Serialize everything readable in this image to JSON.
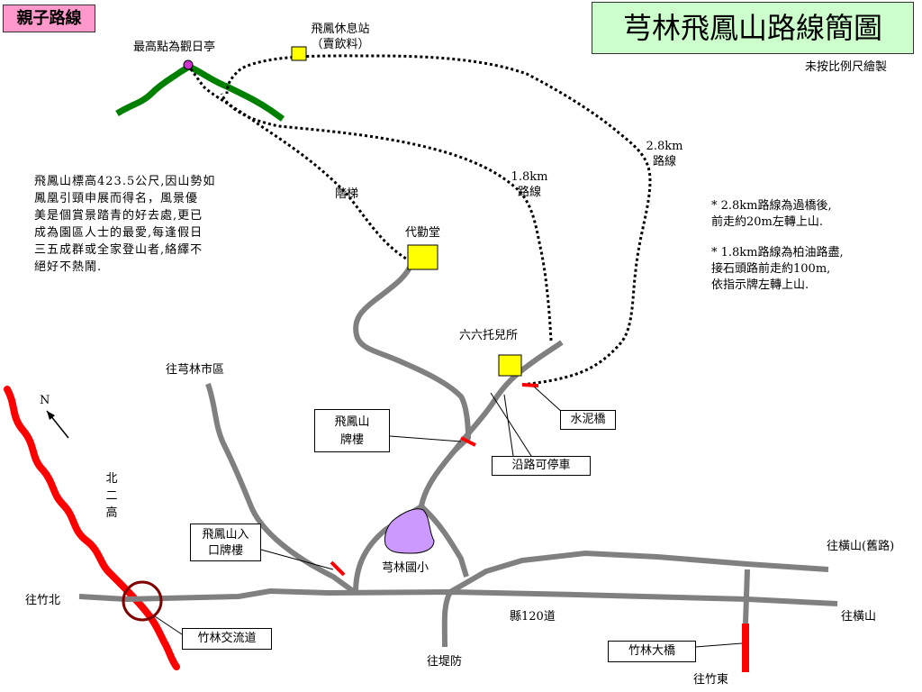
{
  "title": "芎林飛鳳山路線簡圖",
  "tag": "親子路線",
  "scale_note": "未按比例尺繪製",
  "description": "飛鳳山標高423.5公尺,因山勢如\n鳳凰引頸申展而得名，風景優\n美是個賞景踏青的好去處,更已\n成為園區人士的最愛,每逢假日\n三五成群或全家登山者,絡繹不\n絕好不熱鬧.",
  "notes": [
    "* 2.8km路線為過橋後,\n前走約20m左轉上山.",
    "* 1.8km路線為柏油路盡,\n接石頭路前走約100m,\n依指示牌左轉上山."
  ],
  "labels": {
    "summit": "最高點為觀日亭",
    "rest_station": "飛鳳休息站\n（賣飲料）",
    "route_28": "2.8km\n路線",
    "route_18": "1.8km\n路線",
    "stairs": "階梯",
    "daiqin_hall": "代勸堂",
    "nursery": "六六托兒所",
    "to_qionglin": "往芎林市區",
    "north": "N",
    "freeway": "北二高",
    "to_zhubei": "往竹北",
    "county_road": "縣120道",
    "to_hengshan_old": "往橫山(舊路)",
    "to_hengshan": "往橫山",
    "to_zhudong": "往竹東",
    "to_dike": "往堤防",
    "school": "芎林國小"
  },
  "callouts": {
    "gate": "飛鳳山\n牌樓",
    "entrance_gate": "飛鳳山入\n口牌樓",
    "cement_bridge": "水泥橋",
    "parking": "沿路可停車",
    "interchange": "竹林交流道",
    "bridge": "竹林大橋"
  },
  "colors": {
    "title_bg": "#ccffcc",
    "tag_bg": "#ff99cc",
    "road": "#808080",
    "freeway": "#ff0000",
    "ridge": "#008000",
    "building": "#ffff00",
    "school": "#cc99ff",
    "summit_point": "#cc33cc",
    "interchange_circle": "#800000"
  }
}
